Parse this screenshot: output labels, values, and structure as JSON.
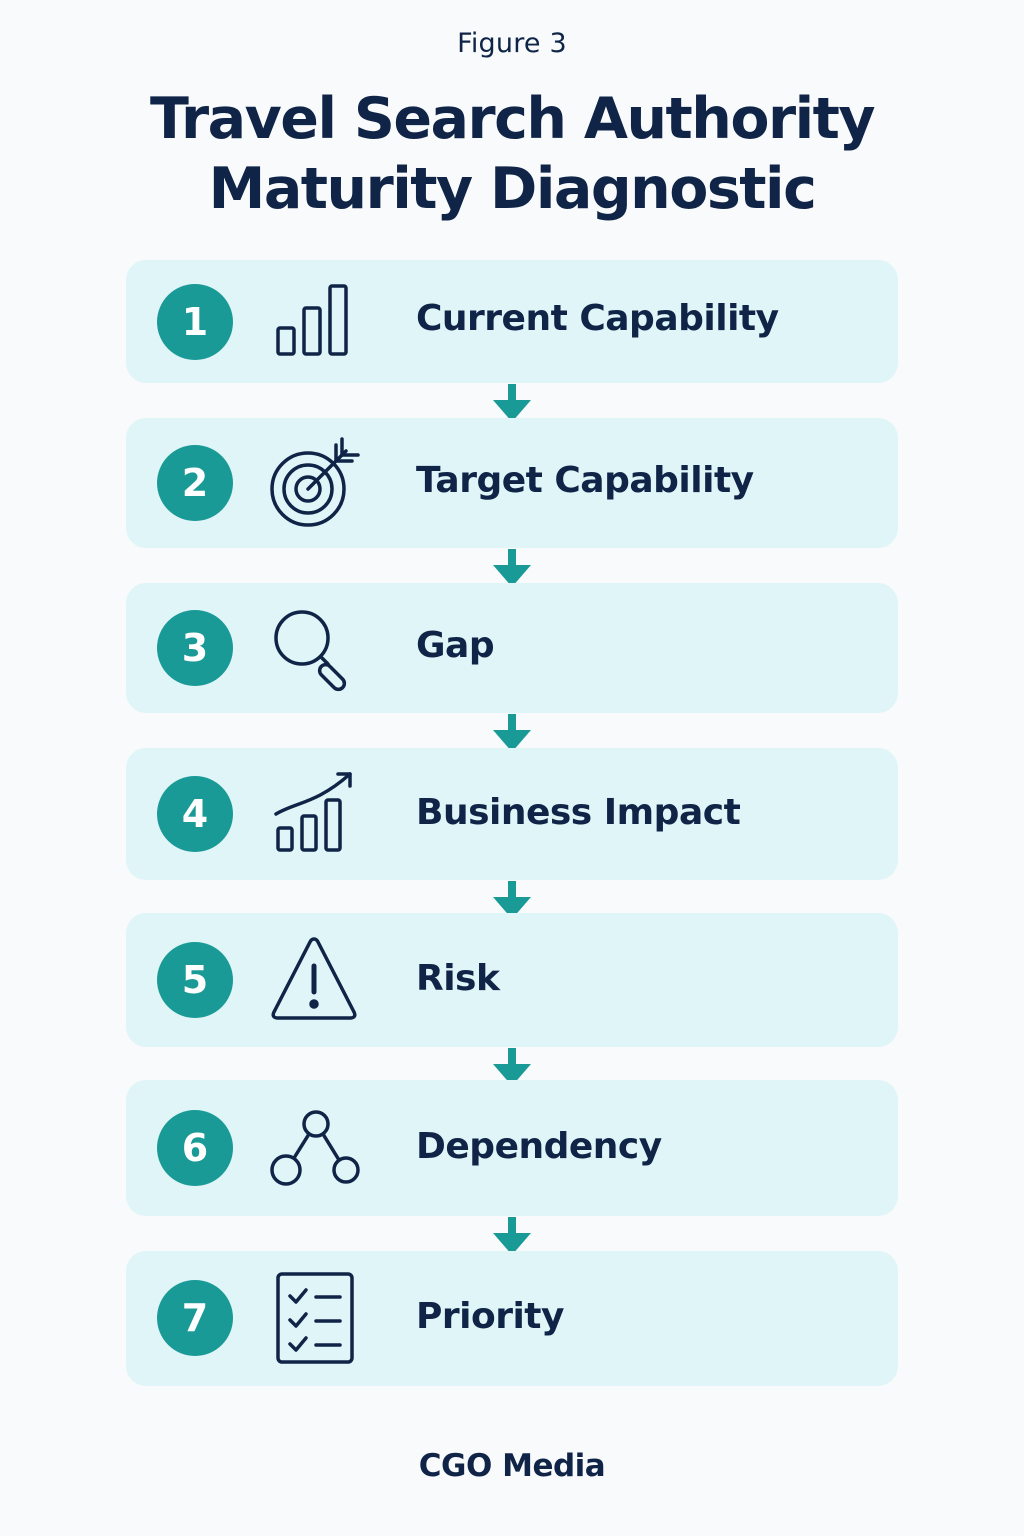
{
  "header": {
    "figure_label": "Figure 3",
    "title": "Travel Search Authority Maturity Diagnostic"
  },
  "steps": [
    {
      "number": "1",
      "label": "Current Capability",
      "icon": "bar-chart-icon"
    },
    {
      "number": "2",
      "label": "Target Capability",
      "icon": "target-icon"
    },
    {
      "number": "3",
      "label": "Gap",
      "icon": "magnifier-icon"
    },
    {
      "number": "4",
      "label": "Business Impact",
      "icon": "growth-chart-icon"
    },
    {
      "number": "5",
      "label": "Risk",
      "icon": "warning-icon"
    },
    {
      "number": "6",
      "label": "Dependency",
      "icon": "network-icon"
    },
    {
      "number": "7",
      "label": "Priority",
      "icon": "checklist-icon"
    }
  ],
  "footer": {
    "brand": "CGO Media"
  },
  "colors": {
    "accent": "#1a9a96",
    "card_background": "#e0f5f7",
    "text": "#0f2447",
    "page_background": "#f8fafb"
  }
}
